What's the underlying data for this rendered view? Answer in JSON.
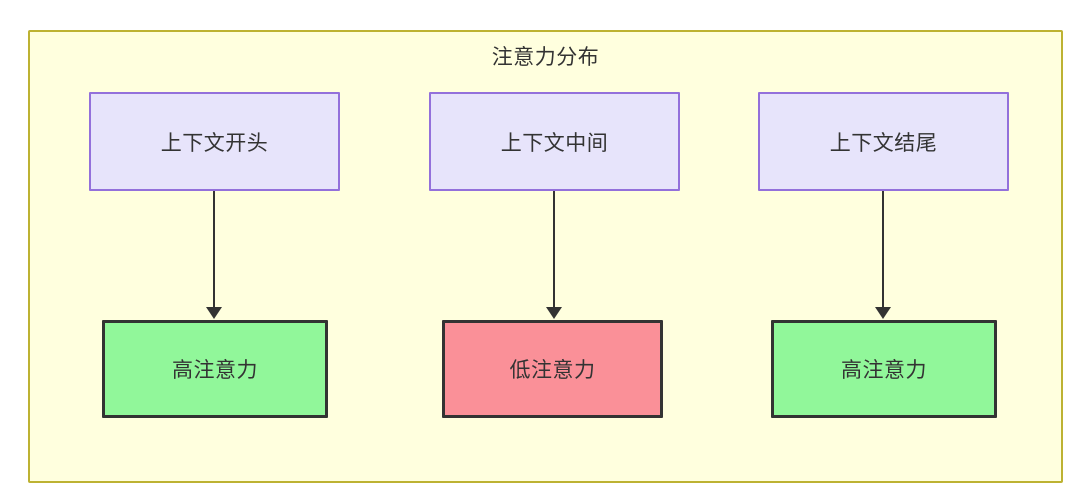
{
  "diagram": {
    "title": "注意力分布",
    "background_color": "#ffffde",
    "border_color": "#bdb232",
    "source_nodes": [
      {
        "id": "ctx-start",
        "label": "上下文开头",
        "fill": "#e7e4fb",
        "stroke": "#9370db"
      },
      {
        "id": "ctx-middle",
        "label": "上下文中间",
        "fill": "#e7e4fb",
        "stroke": "#9370db"
      },
      {
        "id": "ctx-end",
        "label": "上下文结尾",
        "fill": "#e7e4fb",
        "stroke": "#9370db"
      }
    ],
    "result_nodes": [
      {
        "id": "attn-high-start",
        "label": "高注意力",
        "fill": "#91f79a",
        "stroke": "#333333"
      },
      {
        "id": "attn-low-middle",
        "label": "低注意力",
        "fill": "#fa9098",
        "stroke": "#333333"
      },
      {
        "id": "attn-high-end",
        "label": "高注意力",
        "fill": "#91f79a",
        "stroke": "#333333"
      }
    ],
    "edges": [
      {
        "from": "ctx-start",
        "to": "attn-high-start"
      },
      {
        "from": "ctx-middle",
        "to": "attn-low-middle"
      },
      {
        "from": "ctx-end",
        "to": "attn-high-end"
      }
    ]
  }
}
